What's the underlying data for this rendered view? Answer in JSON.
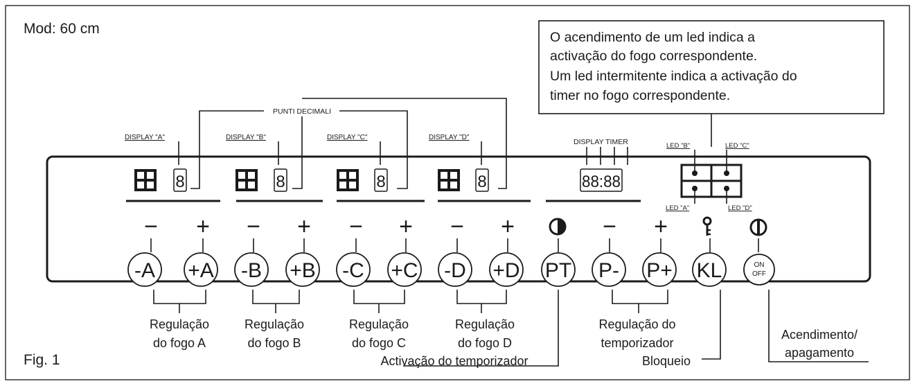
{
  "model_label": "Mod: 60 cm",
  "figure_label": "Fig. 1",
  "info_box": {
    "lines": [
      "O acendimento de um led indica a",
      "activação do fogo correspondente.",
      "Um led intermitente indica a activação do",
      "timer no fogo correspondente."
    ]
  },
  "decimal_points_label": "PUNTI DECIMALI",
  "displays": [
    {
      "label": "DISPLAY \"A\"",
      "digit": "8"
    },
    {
      "label": "DISPLAY \"B\"",
      "digit": "8"
    },
    {
      "label": "DISPLAY \"C\"",
      "digit": "8"
    },
    {
      "label": "DISPLAY \"D\"",
      "digit": "8"
    }
  ],
  "display_timer": {
    "label": "DISPLAY TIMER",
    "digits": "88:88"
  },
  "leds": {
    "b": "LED \"B\"",
    "c": "LED \"C\"",
    "a": "LED \"A\"",
    "d": "LED \"D\""
  },
  "symbols": {
    "minus": "−",
    "plus": "+"
  },
  "buttons": [
    {
      "label": "-A"
    },
    {
      "label": "+A"
    },
    {
      "label": "-B"
    },
    {
      "label": "+B"
    },
    {
      "label": "-C"
    },
    {
      "label": "+C"
    },
    {
      "label": "-D"
    },
    {
      "label": "+D"
    },
    {
      "label": "PT"
    },
    {
      "label": "P-"
    },
    {
      "label": "P+"
    },
    {
      "label": "KL"
    },
    {
      "label": "ON",
      "label2": "OFF"
    }
  ],
  "captions": {
    "fire_a": [
      "Regulação",
      "do fogo A"
    ],
    "fire_b": [
      "Regulação",
      "do fogo B"
    ],
    "fire_c": [
      "Regulação",
      "do fogo C"
    ],
    "fire_d": [
      "Regulação",
      "do fogo D"
    ],
    "timer_reg": [
      "Regulação do",
      "temporizador"
    ],
    "timer_activation": "Activação do temporizador",
    "lock": "Bloqueio",
    "power": [
      "Acendimento/",
      "apagamento"
    ]
  }
}
